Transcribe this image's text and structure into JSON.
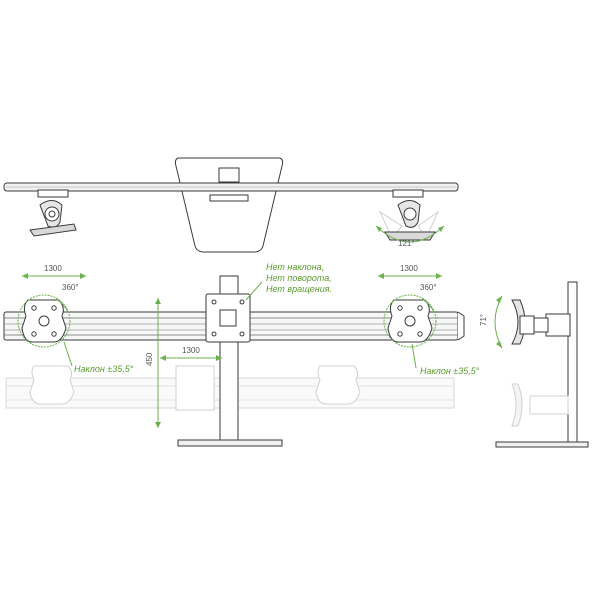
{
  "dimensions": {
    "width_left": "1300",
    "width_right": "1300",
    "width_center": "1300",
    "height": "450",
    "swivel_top": "121°",
    "rotate_left": "360°",
    "rotate_right": "360°",
    "tilt_side": "71°"
  },
  "notes": {
    "center_line1": "Нет наклона,",
    "center_line2": "Нет поворота,",
    "center_line3": "Нет вращения.",
    "tilt_left": "Наклон ±35,5°",
    "tilt_right": "Наклон ±35,5°"
  },
  "colors": {
    "accent": "#6ab04c",
    "line": "#3a3a3a",
    "ghost": "#d8d8d8"
  }
}
